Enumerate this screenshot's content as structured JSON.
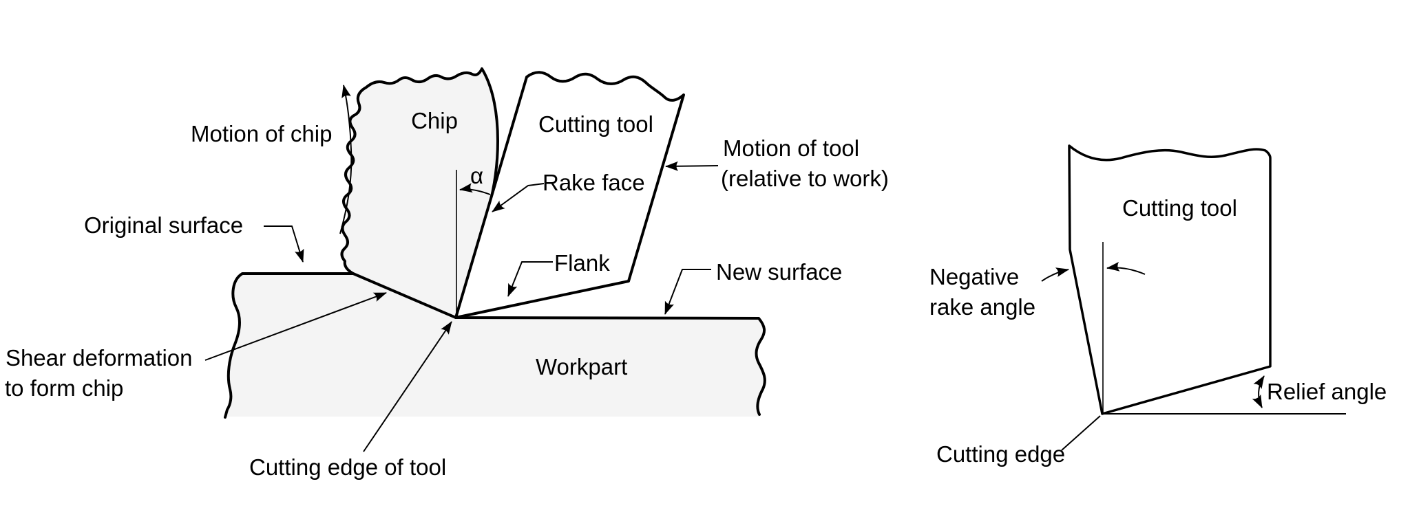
{
  "colors": {
    "ink": "#000000",
    "surface_fill": "#f4f4f4",
    "background": "#ffffff"
  },
  "left_diagram": {
    "labels": {
      "motion_of_chip": "Motion of chip",
      "chip": "Chip",
      "cutting_tool": "Cutting tool",
      "alpha": "α",
      "rake_face": "Rake face",
      "motion_of_tool": [
        "Motion of tool",
        "(relative to work)"
      ],
      "original_surface": "Original surface",
      "flank": "Flank",
      "new_surface": "New surface",
      "shear_deformation": [
        "Shear deformation",
        "to form chip"
      ],
      "workpart": "Workpart",
      "cutting_edge": "Cutting edge of tool"
    }
  },
  "right_diagram": {
    "labels": {
      "cutting_tool": "Cutting tool",
      "negative_rake": [
        "Negative",
        "rake angle"
      ],
      "relief_angle": "Relief angle",
      "cutting_edge": "Cutting edge"
    }
  }
}
